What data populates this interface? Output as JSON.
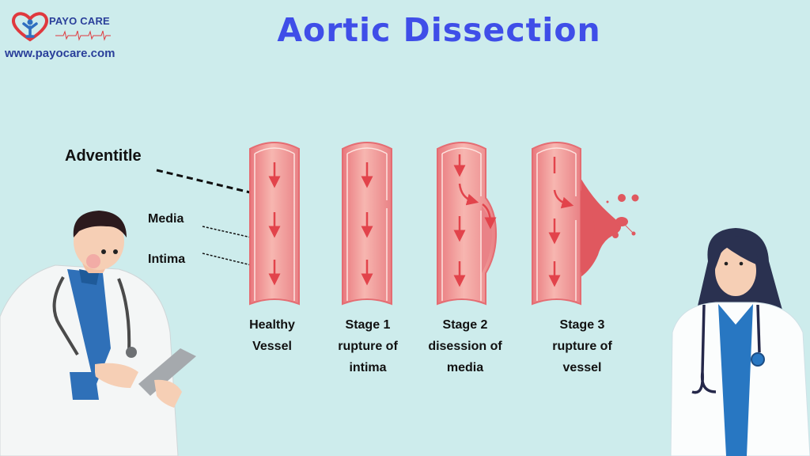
{
  "brand": {
    "name": "PAYO CARE",
    "url": "www.payocare.com",
    "logo_icon": "heart-person-icon",
    "colors": {
      "heart": "#e0393e",
      "person": "#2f6fc0",
      "text": "#2a3f9a"
    }
  },
  "title": "Aortic Dissection",
  "layer_labels": {
    "adventitle": "Adventitle",
    "media": "Media",
    "intima": "Intima"
  },
  "stages": [
    {
      "id": "healthy",
      "line1": "Healthy",
      "line2": "Vessel",
      "line3": ""
    },
    {
      "id": "stage1",
      "line1": "Stage 1",
      "line2": "rupture of",
      "line3": "intima"
    },
    {
      "id": "stage2",
      "line1": "Stage 2",
      "line2": "disession of",
      "line3": "media"
    },
    {
      "id": "stage3",
      "line1": "Stage 3",
      "line2": "rupture of",
      "line3": "vessel"
    }
  ],
  "illustrations": {
    "left": "male-doctor-with-tablet",
    "right": "female-doctor-with-stethoscope"
  },
  "colors": {
    "background": "#cdecec",
    "title": "#3f4ee8",
    "vessel": "#ec8a8c",
    "vessel_light": "#f6b4b0",
    "arrow": "#e2434b",
    "blood": "#e0585f"
  }
}
